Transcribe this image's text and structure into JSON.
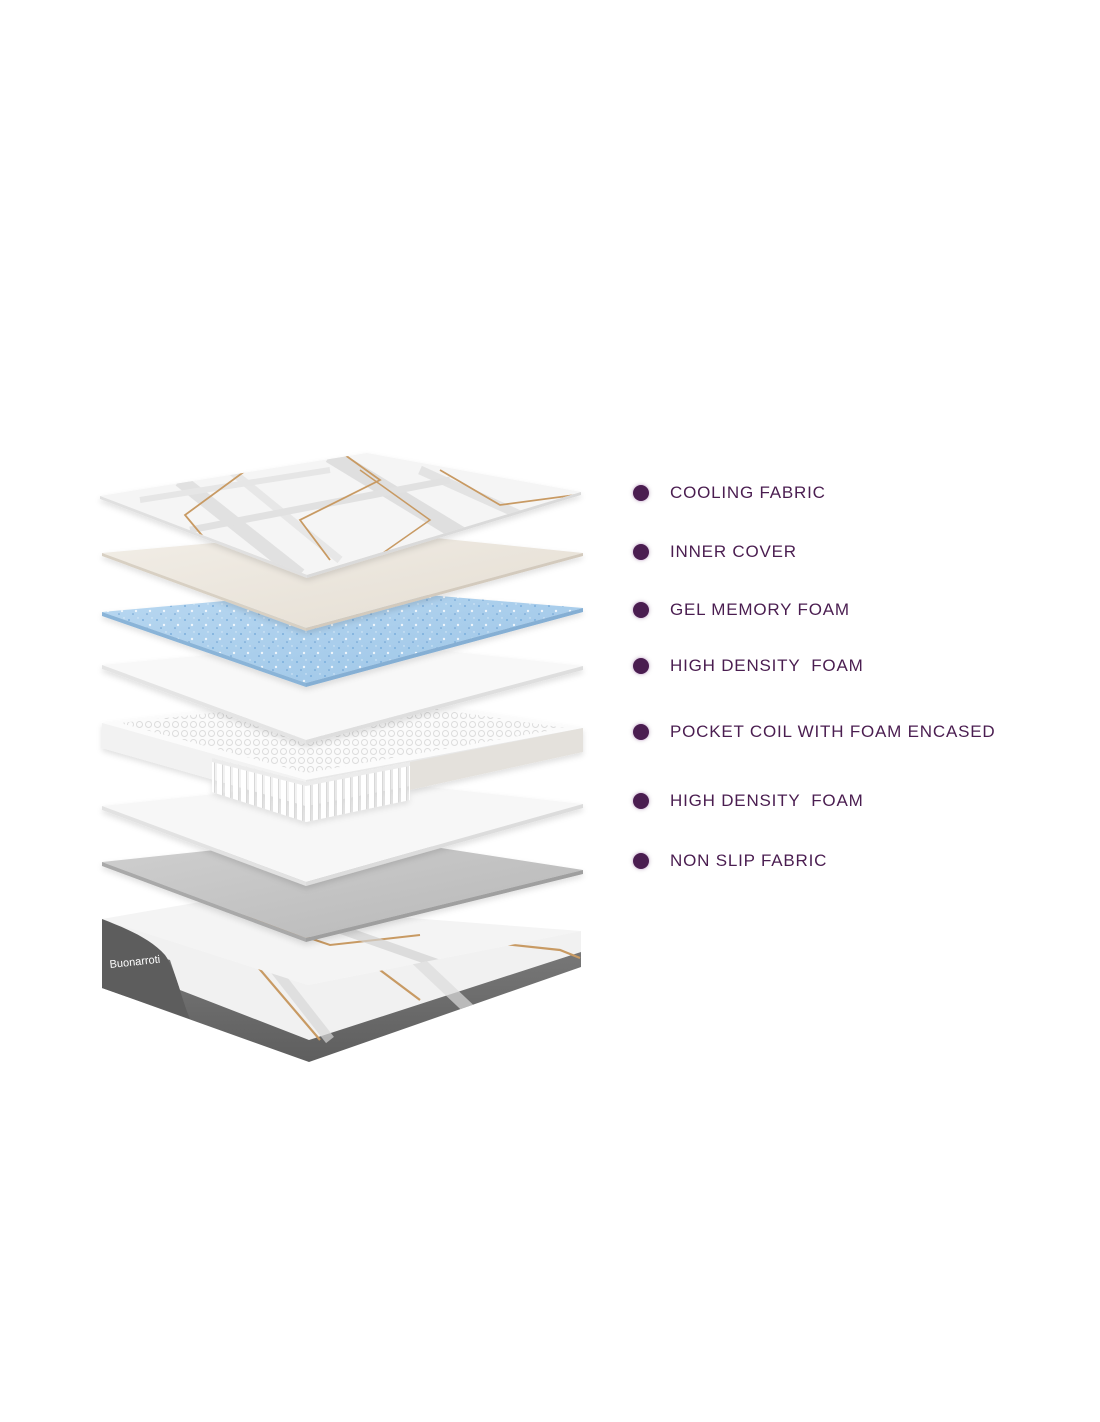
{
  "brand": {
    "logo_text": "Buonarroti"
  },
  "layers": [
    {
      "label": "COOLING FABRIC"
    },
    {
      "label": "INNER COVER"
    },
    {
      "label": "GEL MEMORY FOAM"
    },
    {
      "label": "HIGH DENSITY  FOAM"
    },
    {
      "label": "POCKET COIL WITH FOAM ENCASED"
    },
    {
      "label": "HIGH DENSITY  FOAM"
    },
    {
      "label": "NON SLIP FABRIC"
    }
  ],
  "colors": {
    "accent": "#4a1d50",
    "cooling_fabric": "#f4f4f4",
    "inner_cover": "#ece7de",
    "gel_foam": "#a9cdea",
    "high_density_foam": "#f6f6f6",
    "pocket_coil": "#ffffff",
    "non_slip_fabric": "#c6c6c6",
    "mattress_base": "#6e6e6e",
    "gold_stripe": "#c89a63"
  }
}
